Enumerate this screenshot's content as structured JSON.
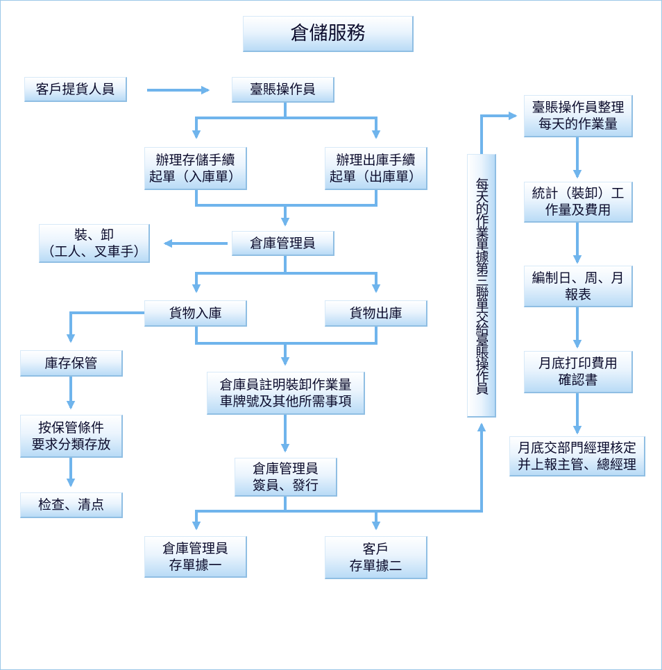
{
  "title": "倉儲服務",
  "nodes": {
    "customer_pickup": "客戶提貨人員",
    "account_operator": "臺賬操作員",
    "inbound_procedure": "辦理存儲手續\n起單（入庫單）",
    "outbound_procedure": "辦理出庫手續\n起單（出庫單）",
    "warehouse_manager": "倉庫管理員",
    "loading": "裝、卸\n（工人、叉車手）",
    "goods_in": "貨物入庫",
    "goods_out": "貨物出庫",
    "stock_keeping": "庫存保管",
    "classify_storage": "按保管條件\n要求分類存放",
    "inspect_count": "检查、清点",
    "clerk_notes": "倉庫員註明裝卸作業量\n車牌號及其他所需事項",
    "manager_sign": "倉庫管理員\n簽員、發行",
    "receipt_one": "倉庫管理員\n存單據一",
    "receipt_two": "客戶\n存單據二",
    "third_copy": "每天的作業單據第三聯單交給臺賬操作員",
    "daily_workload": "臺賬操作員整理\n每天的作業量",
    "stats": "統計（裝卸）工\n作量及費用",
    "reports": "編制日、周、月\n報表",
    "print_bill": "月底打印費用\n確認書",
    "monthly_submit": "月底交部門經理核定\n并上報主管、總經理"
  },
  "colors": {
    "arrow": "#6fb4ec",
    "box_border": "#8fbee3",
    "frame": "#9cc8e8"
  }
}
